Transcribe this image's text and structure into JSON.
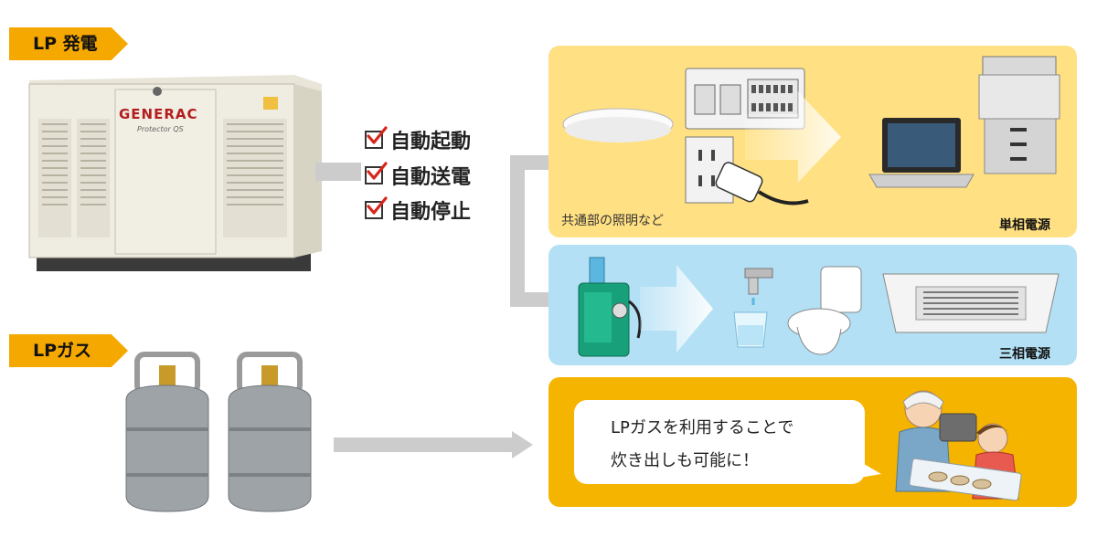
{
  "tags": {
    "lp_power": "LP 発電",
    "lp_gas": "LPガス"
  },
  "generator": {
    "brand": "GENERAC",
    "model": "Protector QS"
  },
  "features": [
    "自動起動",
    "自動送電",
    "自動停止"
  ],
  "panels": {
    "single_phase": {
      "label": "単相電源",
      "caption": "共通部の照明など"
    },
    "three_phase": {
      "label": "三相電源"
    },
    "gas": {
      "bubble_line1": "LPガスを利用することで",
      "bubble_line2": "炊き出しも可能に！"
    }
  },
  "colors": {
    "tag_orange": "#f5a800",
    "single_phase_bg": "#ffe082",
    "three_phase_bg": "#b3e0f5",
    "gas_bg": "#f5b400",
    "check_red": "#d9261c",
    "arrow_gray": "#cccccc"
  }
}
